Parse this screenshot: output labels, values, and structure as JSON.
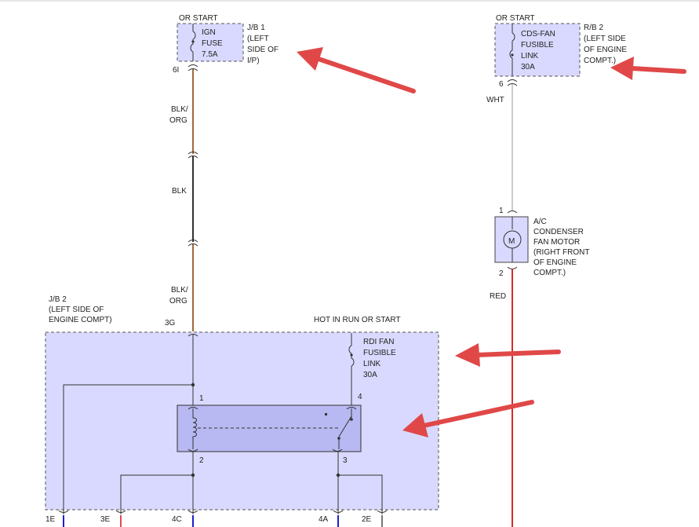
{
  "colors": {
    "box_fill": "#d9d9ff",
    "wire_blk_org": "#a0693a",
    "wire_blk": "#333333",
    "wire_wht": "#cccccc",
    "wire_red": "#d92b2b",
    "pin_blue": "#2020cc",
    "pin_red": "#d94f4f",
    "pin_gray": "#777777",
    "arrow": "#e04848"
  },
  "ign_fuse": {
    "supply": "OR START",
    "name": [
      "IGN",
      "FUSE",
      "7.5A"
    ],
    "location": [
      "J/B 1",
      "(LEFT",
      "SIDE OF",
      "I/P)"
    ],
    "pin": "6I"
  },
  "cds_link": {
    "supply": "OR START",
    "name": [
      "CDS-FAN",
      "FUSIBLE",
      "LINK",
      "30A"
    ],
    "location": [
      "R/B 2",
      "(LEFT SIDE",
      "OF ENGINE",
      "COMPT.)"
    ],
    "pin": "6"
  },
  "wires": {
    "w1": [
      "BLK/",
      "ORG"
    ],
    "w2": "BLK",
    "w3": [
      "BLK/",
      "ORG"
    ],
    "wht": "WHT",
    "red": "RED"
  },
  "motor": {
    "symbol": "M",
    "pin_top": "1",
    "pin_bottom": "2",
    "label": [
      "A/C",
      "CONDENSER",
      "FAN MOTOR",
      "(RIGHT FRONT",
      "OF ENGINE",
      "COMPT.)"
    ]
  },
  "jb2": {
    "label": [
      "J/B 2",
      "(LEFT SIDE OF",
      "ENGINE COMPT)"
    ],
    "input_pin": "3G",
    "hot_label": "HOT IN RUN OR START",
    "rdi_link": [
      "RDI FAN",
      "FUSIBLE",
      "LINK",
      "30A"
    ],
    "relay_pins": [
      "1",
      "2",
      "3",
      "4"
    ],
    "bottom_pins": [
      "1E",
      "3E",
      "4C",
      "4A",
      "2E"
    ]
  }
}
